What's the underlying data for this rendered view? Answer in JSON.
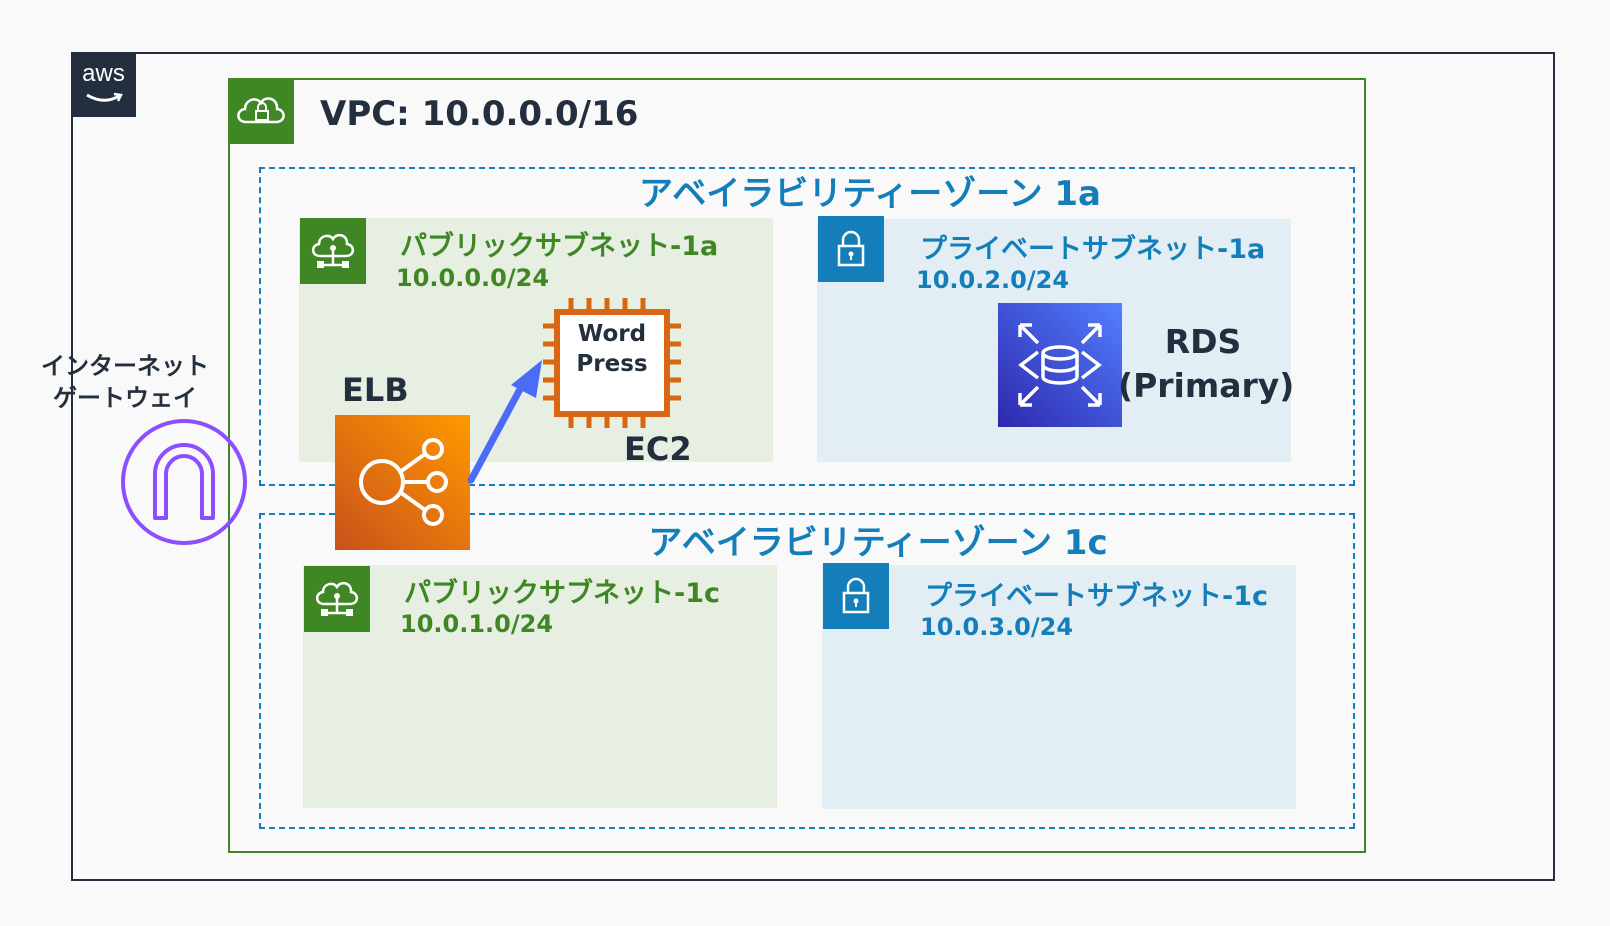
{
  "aws_logo_text": "aws",
  "igw": {
    "label_line1": "インターネット",
    "label_line2": "ゲートウェイ"
  },
  "vpc": {
    "title": "VPC: 10.0.0.0/16"
  },
  "az1a": {
    "title": "アベイラビリティーゾーン 1a",
    "public_subnet": {
      "name": "パブリックサブネット-1a",
      "cidr": "10.0.0.0/24"
    },
    "private_subnet": {
      "name": "プライベートサブネット-1a",
      "cidr": "10.0.2.0/24"
    }
  },
  "az1c": {
    "title": "アベイラビリティーゾーン 1c",
    "public_subnet": {
      "name": "パブリックサブネット-1c",
      "cidr": "10.0.1.0/24"
    },
    "private_subnet": {
      "name": "プライベートサブネット-1c",
      "cidr": "10.0.3.0/24"
    }
  },
  "elb": {
    "label": "ELB"
  },
  "ec2": {
    "label": "EC2",
    "app_line1": "Word",
    "app_line2": "Press"
  },
  "rds": {
    "label_line1": "RDS",
    "label_line2": "(Primary)"
  },
  "colors": {
    "aws_dark": "#232f3e",
    "vpc_green": "#3f8624",
    "az_blue": "#147eba",
    "igw_purple": "#8c4fff",
    "ec2_orange": "#d86613",
    "rds_blue": "#3b48cc",
    "arrow_blue": "#4a6cf7"
  }
}
